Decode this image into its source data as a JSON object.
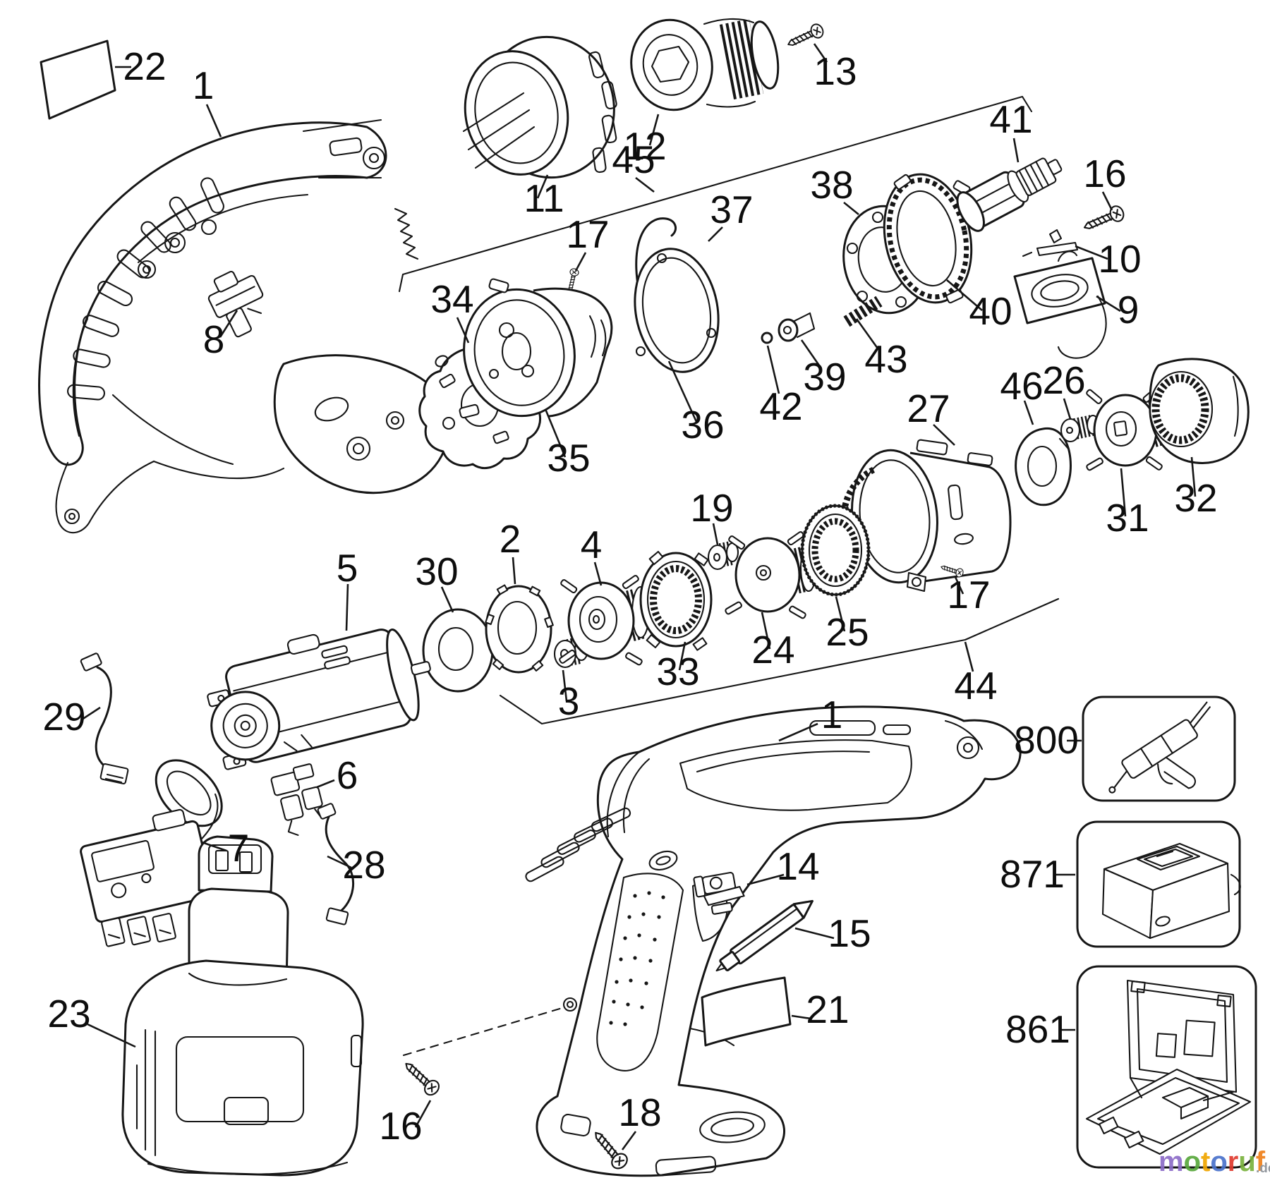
{
  "diagram": {
    "type": "exploded-parts-diagram",
    "subject": "cordless drill parts schematic",
    "background_color": "#ffffff",
    "line_color": "#161616"
  },
  "labels": [
    {
      "text": "22"
    },
    {
      "text": "1"
    },
    {
      "text": "8"
    },
    {
      "text": "11"
    },
    {
      "text": "12"
    },
    {
      "text": "13"
    },
    {
      "text": "45"
    },
    {
      "text": "37"
    },
    {
      "text": "17"
    },
    {
      "text": "34"
    },
    {
      "text": "35"
    },
    {
      "text": "36"
    },
    {
      "text": "38"
    },
    {
      "text": "40"
    },
    {
      "text": "41"
    },
    {
      "text": "16"
    },
    {
      "text": "10"
    },
    {
      "text": "9"
    },
    {
      "text": "39"
    },
    {
      "text": "42"
    },
    {
      "text": "43"
    },
    {
      "text": "46"
    },
    {
      "text": "26"
    },
    {
      "text": "27"
    },
    {
      "text": "31"
    },
    {
      "text": "32"
    },
    {
      "text": "17"
    },
    {
      "text": "19"
    },
    {
      "text": "30"
    },
    {
      "text": "2"
    },
    {
      "text": "4"
    },
    {
      "text": "3"
    },
    {
      "text": "33"
    },
    {
      "text": "24"
    },
    {
      "text": "25"
    },
    {
      "text": "44"
    },
    {
      "text": "5"
    },
    {
      "text": "29"
    },
    {
      "text": "6"
    },
    {
      "text": "7"
    },
    {
      "text": "28"
    },
    {
      "text": "23"
    },
    {
      "text": "1"
    },
    {
      "text": "14"
    },
    {
      "text": "15"
    },
    {
      "text": "21"
    },
    {
      "text": "16"
    },
    {
      "text": "18"
    },
    {
      "text": "800"
    },
    {
      "text": "871"
    },
    {
      "text": "861"
    }
  ],
  "watermark": {
    "letters": [
      {
        "ch": "m",
        "color": "#8d6cc8"
      },
      {
        "ch": "o",
        "color": "#58a83c"
      },
      {
        "ch": "t",
        "color": "#f0a500"
      },
      {
        "ch": "o",
        "color": "#4a72cc"
      },
      {
        "ch": "r",
        "color": "#e03a2e"
      },
      {
        "ch": "u",
        "color": "#7ab33e"
      },
      {
        "ch": "f",
        "color": "#ef7f1a"
      }
    ],
    "suffix": ".de",
    "suffix_color": "#8b9198"
  }
}
